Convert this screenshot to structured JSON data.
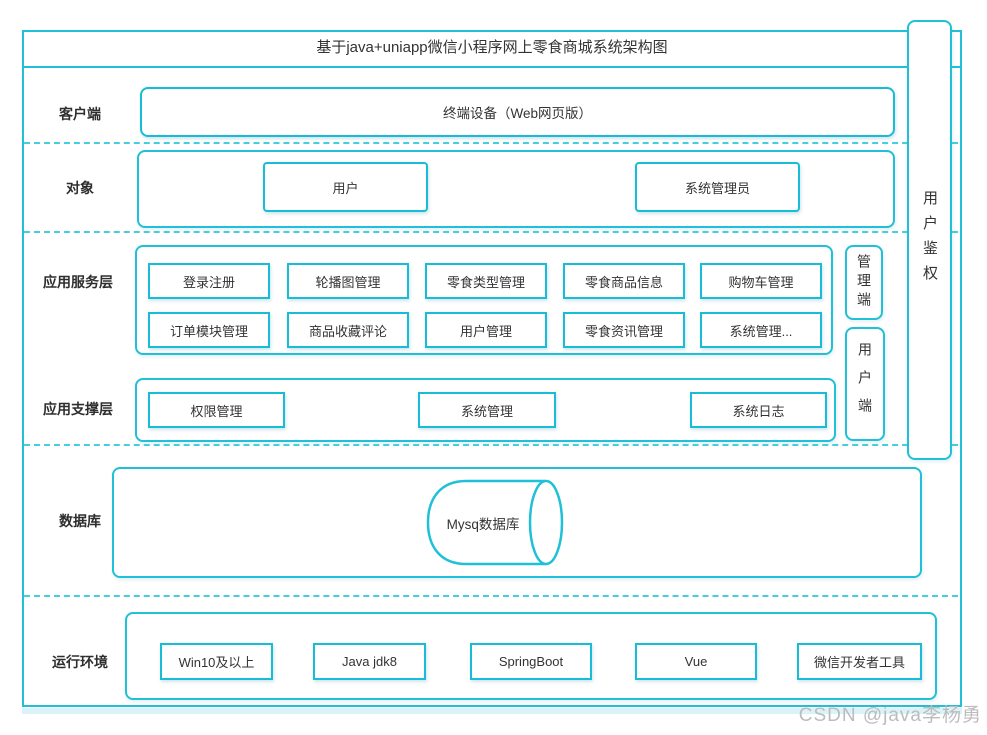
{
  "title": "基于java+uniapp微信小程序网上零食商城系统架构图",
  "watermark": "CSDN @java李杨勇",
  "colors": {
    "accent": "#1FC0D8",
    "text": "#333333",
    "watermark_gray": "#BCBCBC"
  },
  "client": {
    "label": "客户端",
    "terminal": "终端设备（Web网页版）"
  },
  "objects": {
    "label": "对象",
    "user": "用户",
    "admin": "系统管理员"
  },
  "service": {
    "label": "应用服务层",
    "row1": [
      "登录注册",
      "轮播图管理",
      "零食类型管理",
      "零食商品信息",
      "购物车管理"
    ],
    "row2": [
      "订单模块管理",
      "商品收藏评论",
      "用户管理",
      "零食资讯管理",
      "系统管理..."
    ]
  },
  "support": {
    "label": "应用支撑层",
    "items": [
      "权限管理",
      "系统管理",
      "系统日志"
    ]
  },
  "database": {
    "label": "数据库",
    "cylinder": "Mysq数据库"
  },
  "runtime": {
    "label": "运行环境",
    "items": [
      "Win10及以上",
      "Java jdk8",
      "SpringBoot",
      "Vue",
      "微信开发者工具"
    ]
  },
  "side": {
    "auth": "用户鉴权",
    "admin_client": "管理端",
    "user_client": "用户端"
  }
}
